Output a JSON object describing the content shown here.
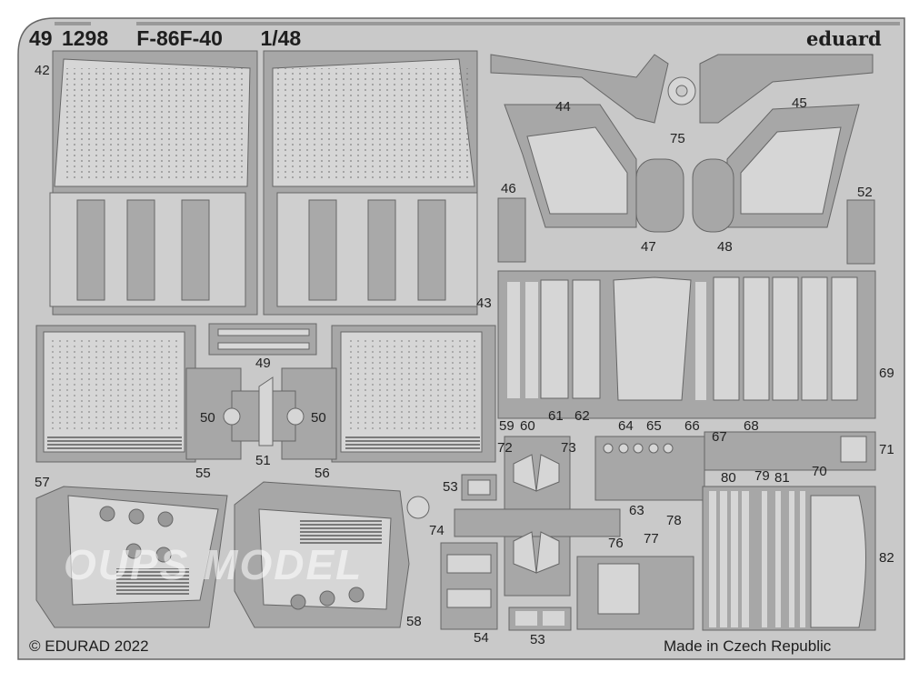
{
  "fret": {
    "title": "49 1298   F-86F-40    1/48",
    "brand": "eduard",
    "copyright": "© EDURAD 2022",
    "origin": "Made in Czech Republic",
    "watermark": "OUPS MODEL"
  },
  "colors": {
    "fret": "#c9c9c9",
    "frame": "#a5a5a5",
    "part": "#d8d8d8",
    "outline": "#6d6d6d"
  },
  "labels": [
    "42",
    "43",
    "44",
    "45",
    "46",
    "47",
    "48",
    "49",
    "50",
    "50",
    "51",
    "52",
    "53",
    "53",
    "54",
    "55",
    "56",
    "57",
    "58",
    "59",
    "60",
    "61",
    "62",
    "63",
    "64",
    "65",
    "66",
    "67",
    "68",
    "69",
    "70",
    "71",
    "72",
    "73",
    "74",
    "75",
    "76",
    "77",
    "78",
    "79",
    "80",
    "81",
    "82"
  ]
}
